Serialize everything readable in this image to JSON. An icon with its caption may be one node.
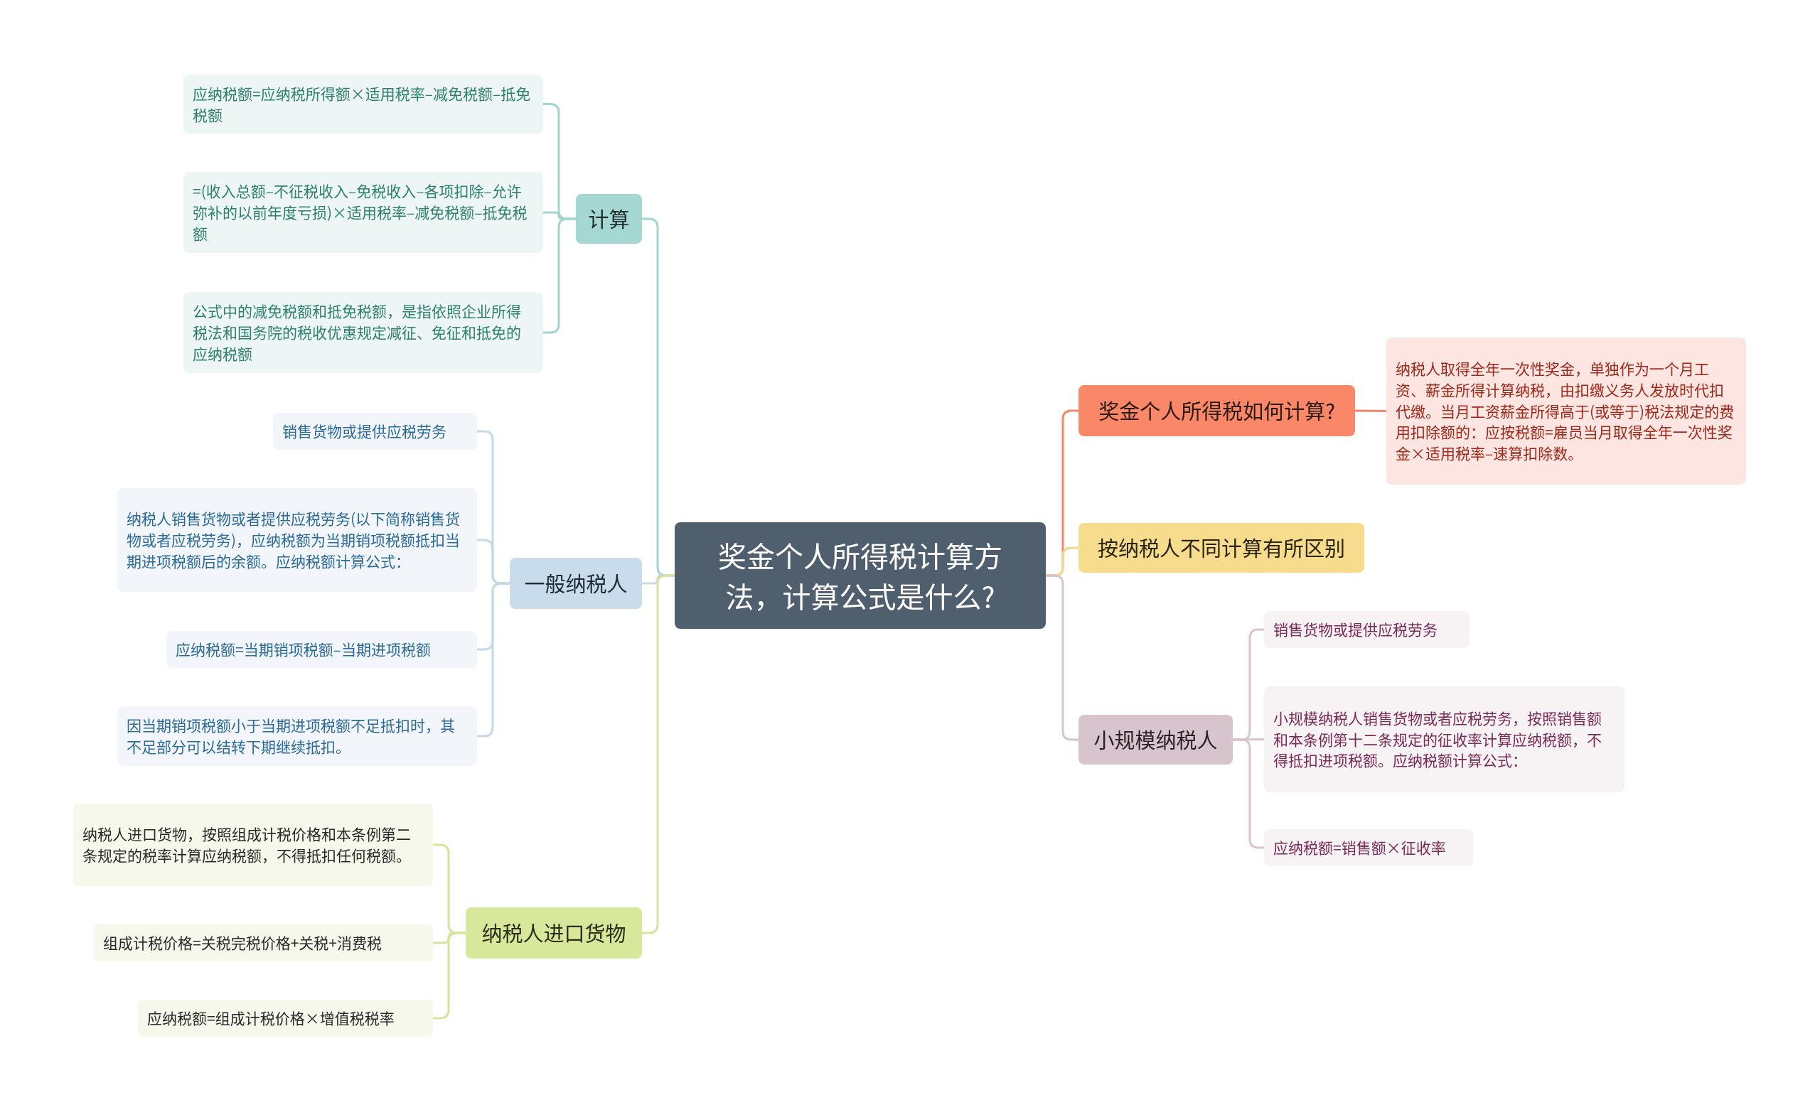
{
  "diagram": {
    "nodes": [
      {
        "text": [
          "奖金个人所得税计算方法，计算公式是什么?"
        ]
      },
      {
        "text": [
          "计算"
        ]
      },
      {
        "text": [
          "应纳税额=应纳税所得额×适用税率–减免税额–抵免税额"
        ]
      },
      {
        "text": [
          "=(收入总额–不征税收入–免税收入–各项扣除–允许弥补的以前年度亏损)×适用税率–减免税额–抵免税额"
        ]
      },
      {
        "text": [
          "公式中的减免税额和抵免税额，是指依照企业所得税法和国务院的税收优惠规定减征、免征和抵免的应纳税额"
        ]
      },
      {
        "text": [
          "一般纳税人"
        ]
      },
      {
        "text": [
          "销售货物或提供应税劳务"
        ]
      },
      {
        "text": [
          "纳税人销售货物或者提供应税劳务(以下简称销售货物或者应税劳务)，应纳税额为当期销项税额抵扣当期进项税额后的余额。应纳税额计算公式："
        ]
      },
      {
        "text": [
          "应纳税额=当期销项税额–当期进项税额"
        ]
      },
      {
        "text": [
          "因当期销项税额小于当期进项税额不足抵扣时，其不足部分可以结转下期继续抵扣。"
        ]
      },
      {
        "text": [
          "纳税人进口货物"
        ]
      },
      {
        "text": [
          "纳税人进口货物，按照组成计税价格和本条例第二条规定的税率计算应纳税额，不得抵扣任何税额。"
        ]
      },
      {
        "text": [
          "组成计税价格=关税完税价格+关税+消费税"
        ]
      },
      {
        "text": [
          "应纳税额=组成计税价格×增值税税率"
        ]
      },
      {
        "text": [
          "奖金个人所得税如何计算?"
        ]
      },
      {
        "text": [
          "纳税人取得全年一次性奖金，单独作为一个月工资、薪金所得计算纳税，由扣缴义务人发放时代扣代缴。当月工资薪金所得高于(或等于)税法规定的费用扣除额的：应按税额=雇员当月取得全年一次性奖金×适用税率–速算扣除数。"
        ]
      },
      {
        "text": [
          "按纳税人不同计算有所区别"
        ]
      },
      {
        "text": [
          "小规模纳税人"
        ]
      },
      {
        "text": [
          "销售货物或提供应税劳务"
        ]
      },
      {
        "text": [
          "小规模纳税人销售货物或者应税劳务，按照销售额和本条例第十二条规定的征收率计算应纳税额，不得抵扣进项税额。应纳税额计算公式："
        ]
      },
      {
        "text": [
          "应纳税额=销售额×征收率"
        ]
      }
    ],
    "edges": [
      {
        "from": 0,
        "to": 1,
        "arrow": "none",
        "color": "#a3d5d0"
      },
      {
        "from": 1,
        "to": 2,
        "arrow": "none",
        "color": "#a3d5d0"
      },
      {
        "from": 1,
        "to": 3,
        "arrow": "none",
        "color": "#a3d5d0"
      },
      {
        "from": 1,
        "to": 4,
        "arrow": "none",
        "color": "#a3d5d0"
      },
      {
        "from": 0,
        "to": 5,
        "arrow": "none",
        "color": "#c6d8e6"
      },
      {
        "from": 5,
        "to": 6,
        "arrow": "none",
        "color": "#c6d8e6"
      },
      {
        "from": 5,
        "to": 7,
        "arrow": "none",
        "color": "#c6d8e6"
      },
      {
        "from": 5,
        "to": 8,
        "arrow": "none",
        "color": "#c6d8e6"
      },
      {
        "from": 5,
        "to": 9,
        "arrow": "none",
        "color": "#c6d8e6"
      },
      {
        "from": 0,
        "to": 10,
        "arrow": "none",
        "color": "#d5e59b"
      },
      {
        "from": 10,
        "to": 11,
        "arrow": "none",
        "color": "#d5e59b"
      },
      {
        "from": 10,
        "to": 12,
        "arrow": "none",
        "color": "#d5e59b"
      },
      {
        "from": 10,
        "to": 13,
        "arrow": "none",
        "color": "#d5e59b"
      },
      {
        "from": 0,
        "to": 14,
        "arrow": "none",
        "color": "#f4866a"
      },
      {
        "from": 14,
        "to": 15,
        "arrow": "none",
        "color": "#f4866a"
      },
      {
        "from": 0,
        "to": 16,
        "arrow": "none",
        "color": "#f5d98a"
      },
      {
        "from": 0,
        "to": 17,
        "arrow": "none",
        "color": "#d8c4cc"
      },
      {
        "from": 17,
        "to": 18,
        "arrow": "none",
        "color": "#d8c4cc"
      },
      {
        "from": 17,
        "to": 19,
        "arrow": "none",
        "color": "#d8c4cc"
      },
      {
        "from": 17,
        "to": 20,
        "arrow": "none",
        "color": "#d8c4cc"
      }
    ]
  }
}
